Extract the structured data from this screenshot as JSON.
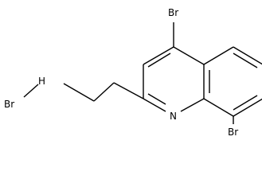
{
  "structure": {
    "atoms": {
      "br_top": "Br",
      "br_bottom": "Br",
      "nitrogen": "N",
      "hbr_h": "H",
      "hbr_br": "Br"
    },
    "colors": {
      "bond": "#000000",
      "text": "#000000",
      "background": "#ffffff"
    }
  }
}
